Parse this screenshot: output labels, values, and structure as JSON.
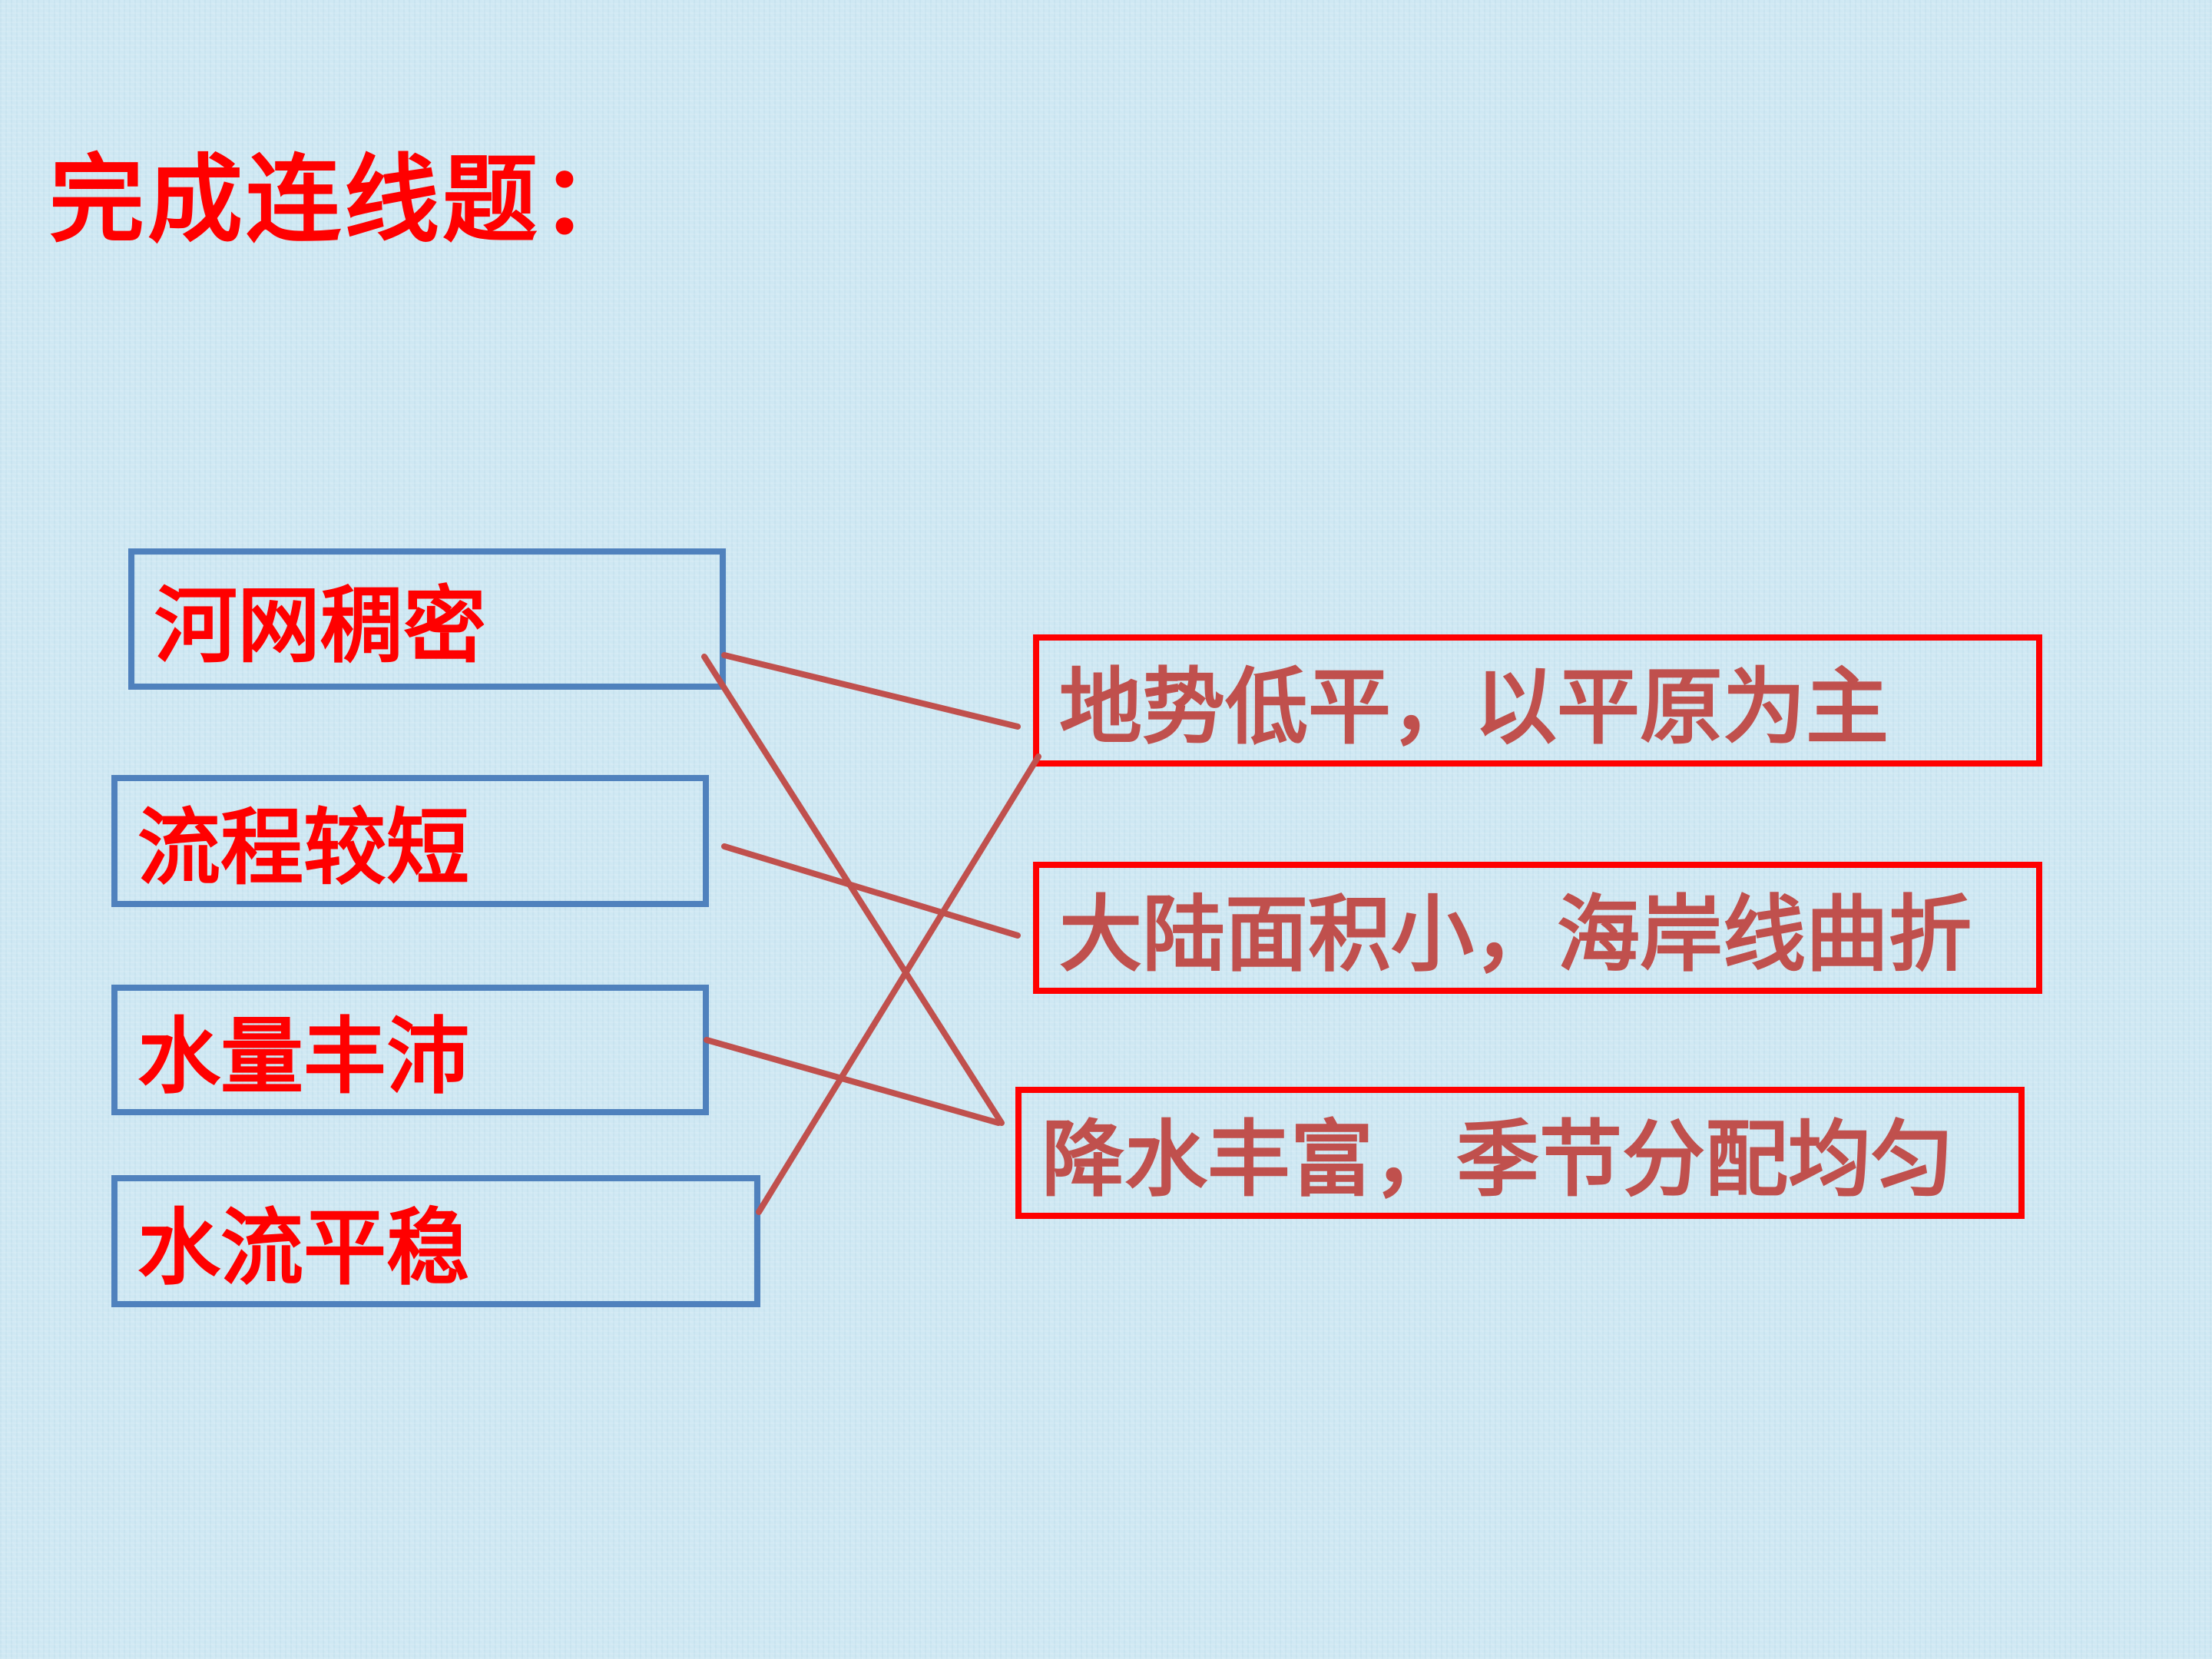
{
  "title": "完成连线题：",
  "left_items": [
    {
      "label": "河网稠密"
    },
    {
      "label": "流程较短"
    },
    {
      "label": "水量丰沛"
    },
    {
      "label": "水流平稳"
    }
  ],
  "right_items": [
    {
      "label": "地势低平，以平原为主"
    },
    {
      "label": "大陆面积小，海岸线曲折"
    },
    {
      "label": "降水丰富，季节分配均匀"
    }
  ],
  "colors": {
    "background": "#cfe8f3",
    "title": "#ff0000",
    "left_border": "#4f81bd",
    "left_text": "#ff0000",
    "right_border": "#ff0000",
    "right_text": "#c0504d",
    "connector": "#c0504d"
  },
  "connections": [
    {
      "from": 0,
      "to": 0
    },
    {
      "from": 0,
      "to": 2
    },
    {
      "from": 1,
      "to": 1
    },
    {
      "from": 2,
      "to": 2
    },
    {
      "from": 3,
      "to": 0
    }
  ]
}
